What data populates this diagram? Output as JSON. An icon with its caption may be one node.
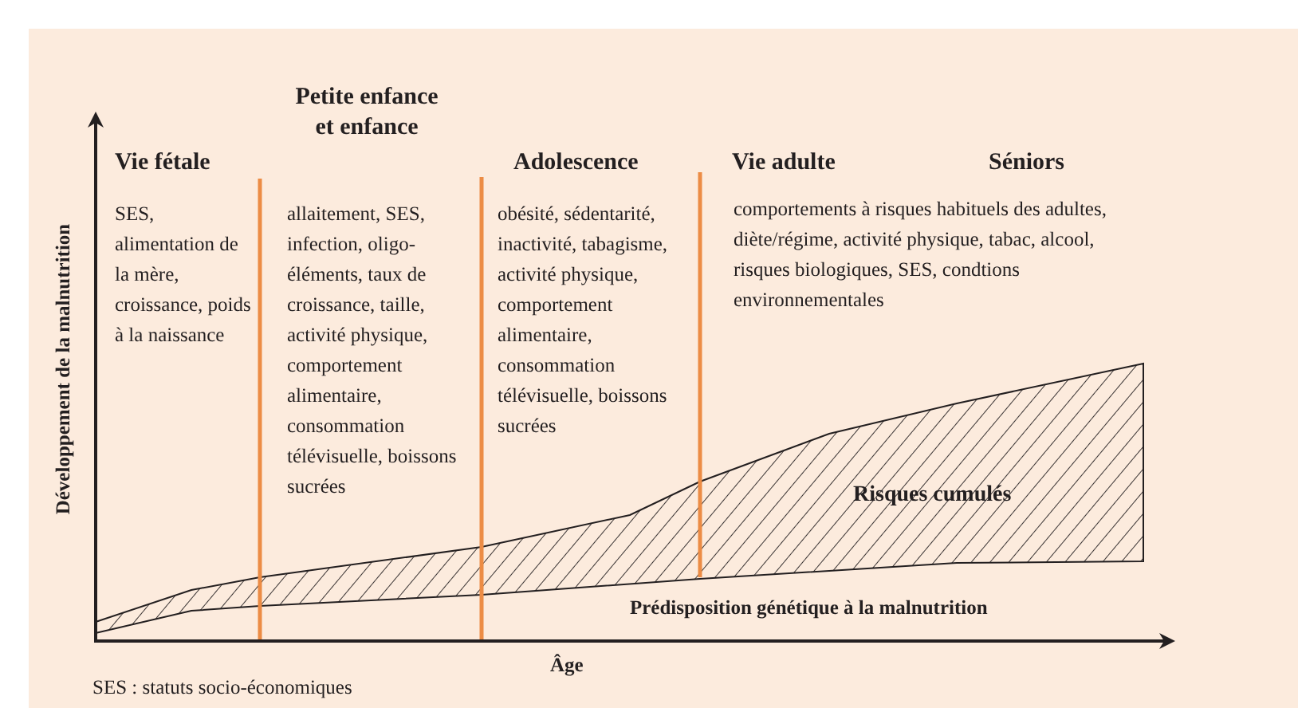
{
  "diagram": {
    "labels": [
      "Développement de la malnutrition",
      "Vie fétale",
      "Petite enfance et enfance",
      "Adolescence",
      "Vie adulte",
      "Séniors",
      "SES, alimentation de la mère, croissance, poids à la naissance",
      "allaitement, SES, infection, oligo-éléments, taux de croissance, taille, activité physique, comportement alimentaire, consommation télévisuelle, boissons sucrées",
      "obésité, sédentarité, inactivité, tabagisme, activité physique, comportement alimentaire, consommation télévisuelle, boissons sucrées",
      "comportements à risques habituels des adultes, diète/régime, activité physique, tabac, alcool, risques biologiques, SES, condtions environnementales",
      "Risques cumulés",
      "Prédisposition génétique à la malnutrition",
      "Âge",
      "SES : statuts socio-économiques"
    ]
  }
}
